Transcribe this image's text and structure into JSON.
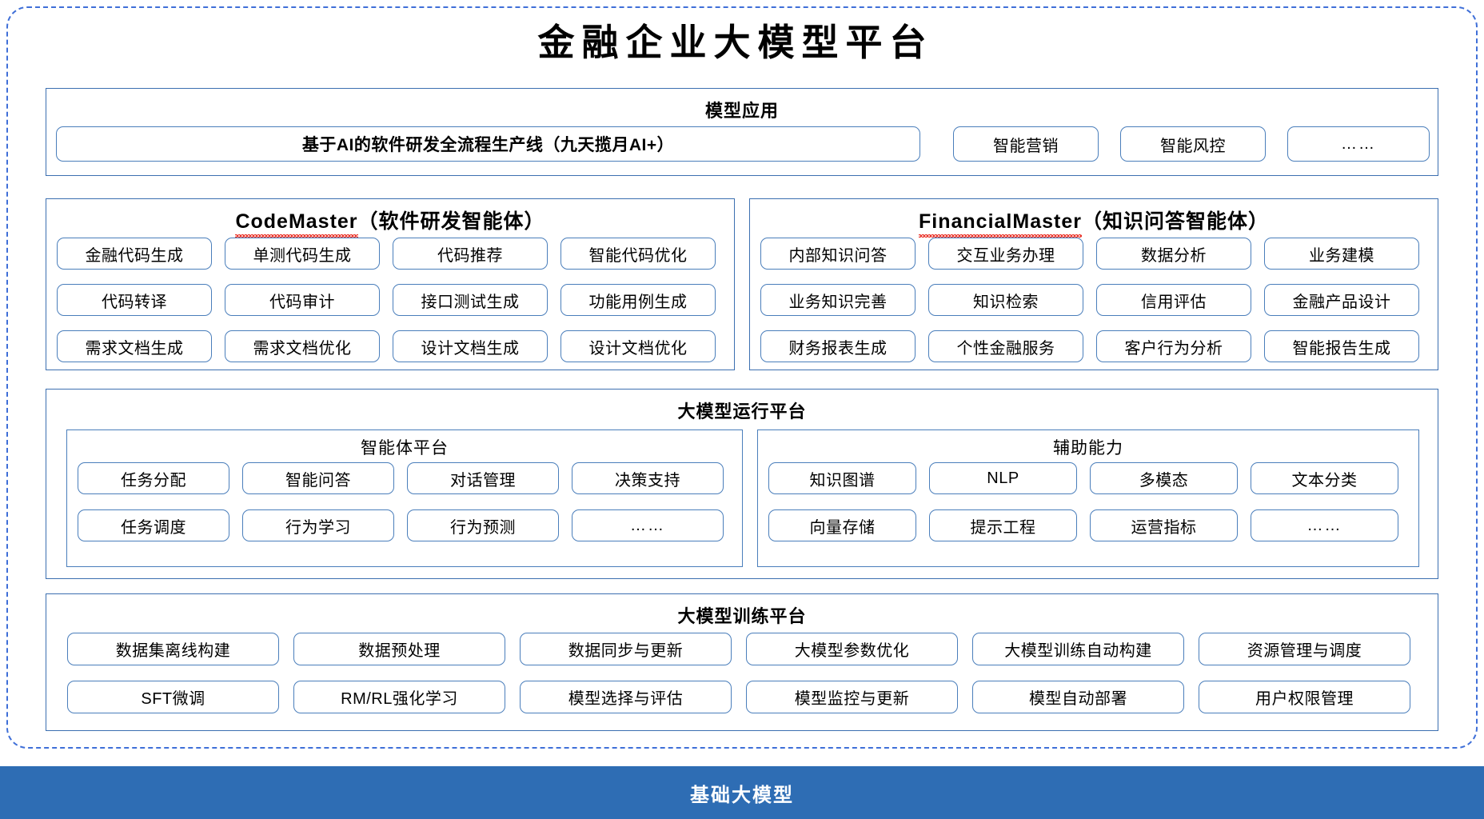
{
  "title": "金融企业大模型平台",
  "colors": {
    "outer_frame": "#3f6fd8",
    "panel_border": "#3c6fb0",
    "chip_border": "#4a7ebb",
    "base_bar": "#2e6db4",
    "spellcheck_underline": "#e8241a"
  },
  "model_application": {
    "title": "模型应用",
    "primary": "基于AI的软件研发全流程生产线（九天揽月AI+）",
    "items": [
      "智能营销",
      "智能风控",
      "……"
    ]
  },
  "agents": [
    {
      "latin": "CodeMaster",
      "suffix": "（软件研发智能体）",
      "rows": [
        [
          "金融代码生成",
          "单测代码生成",
          "代码推荐",
          "智能代码优化"
        ],
        [
          "代码转译",
          "代码审计",
          "接口测试生成",
          "功能用例生成"
        ],
        [
          "需求文档生成",
          "需求文档优化",
          "设计文档生成",
          "设计文档优化"
        ]
      ]
    },
    {
      "latin": "FinancialMaster",
      "suffix": "（知识问答智能体）",
      "rows": [
        [
          "内部知识问答",
          "交互业务办理",
          "数据分析",
          "业务建模"
        ],
        [
          "业务知识完善",
          "知识检索",
          "信用评估",
          "金融产品设计"
        ],
        [
          "财务报表生成",
          "个性金融服务",
          "客户行为分析",
          "智能报告生成"
        ]
      ]
    }
  ],
  "runtime_platform": {
    "title": "大模型运行平台",
    "groups": [
      {
        "title": "智能体平台",
        "rows": [
          [
            "任务分配",
            "智能问答",
            "对话管理",
            "决策支持"
          ],
          [
            "任务调度",
            "行为学习",
            "行为预测",
            "……"
          ]
        ]
      },
      {
        "title": "辅助能力",
        "rows": [
          [
            "知识图谱",
            "NLP",
            "多模态",
            "文本分类"
          ],
          [
            "向量存储",
            "提示工程",
            "运营指标",
            "……"
          ]
        ]
      }
    ]
  },
  "training_platform": {
    "title": "大模型训练平台",
    "rows": [
      [
        "数据集离线构建",
        "数据预处理",
        "数据同步与更新",
        "大模型参数优化",
        "大模型训练自动构建",
        "资源管理与调度"
      ],
      [
        "SFT微调",
        "RM/RL强化学习",
        "模型选择与评估",
        "模型监控与更新",
        "模型自动部署",
        "用户权限管理"
      ]
    ]
  },
  "base_model": {
    "label": "基础大模型"
  }
}
